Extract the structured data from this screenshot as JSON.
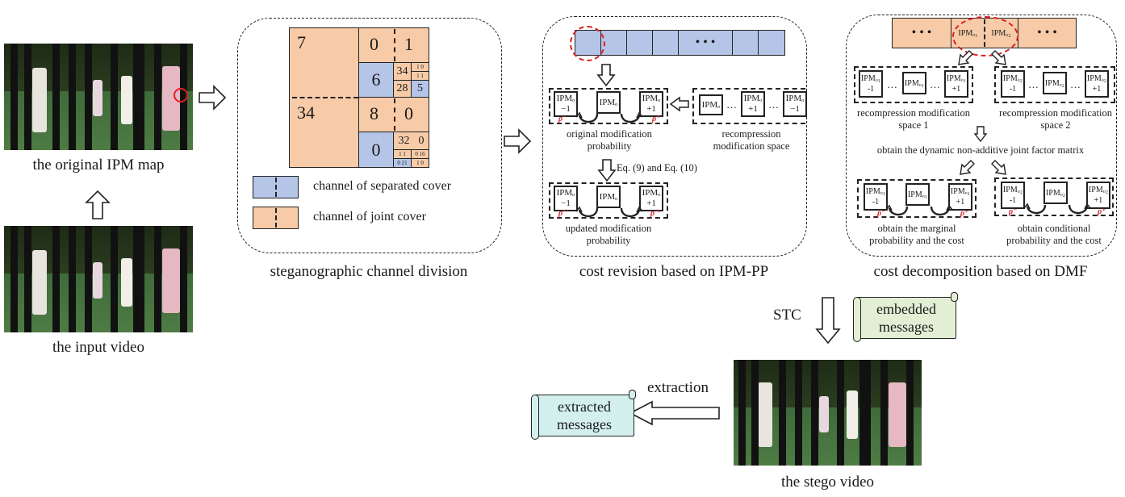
{
  "captions": {
    "original_ipm_map": "the original IPM map",
    "input_video": "the input video",
    "channel_division": "steganographic channel division",
    "cost_revision": "cost revision based on IPM-PP",
    "cost_decomposition": "cost decomposition based on DMF",
    "stego_video": "the stego video"
  },
  "channel_division": {
    "cells": {
      "big_top": "7",
      "big_bottom": "34",
      "r1a": "0",
      "r1b": "1",
      "r2_blue": "6",
      "r2_34": "34",
      "r2_28": "28",
      "r2_5": "5",
      "r2_tiny": [
        "1",
        "0",
        "1",
        "1"
      ],
      "r3a": "8",
      "r3b": "0",
      "r4_blue": "0",
      "r4_32": "32",
      "r4_0": "0",
      "r4_tiny": [
        "1",
        "1",
        "0",
        "16",
        "0",
        "21",
        "1",
        "0"
      ]
    },
    "legend": [
      {
        "label": "channel of separated cover",
        "color": "#b5c5e8"
      },
      {
        "label": "channel of joint cover",
        "color": "#f7cba8"
      }
    ]
  },
  "cost_revision": {
    "sequence_ellipsis": "• • •",
    "original_box": {
      "left": "IPMₒ −1",
      "mid": "IPMₒ",
      "right": "IPMₒ +1",
      "rho_minus": "ρ⁻",
      "rho_plus": "ρ⁺"
    },
    "original_label": "original modification probability",
    "recompression_box": {
      "a": "IPMₒ",
      "dots": "…",
      "b": "IPMₒ +1",
      "c": "IPMₒ −1"
    },
    "recompression_label": "recompression modification space",
    "equation_label": "Eq. (9) and Eq. (10)",
    "updated_box": {
      "left": "IPMₒ −1",
      "mid": "IPMₒ",
      "right": "IPMₒ +1",
      "rho_minus": "ρ'⁻",
      "rho_plus": "ρ'⁺"
    },
    "updated_label": "updated modification probability"
  },
  "cost_decomposition": {
    "sequence": {
      "ellipsis": "• • •",
      "o1": "IPMₒ₁",
      "o2": "IPMₒ₂"
    },
    "space1": {
      "a": "IPMₒ₁ -1",
      "b": "IPMₒ₁",
      "c": "IPMₒ₁ +1",
      "dots": "…",
      "label": "recompression modification space 1"
    },
    "space2": {
      "a": "IPMₒ₂ -1",
      "b": "IPMₒ₂",
      "c": "IPMₒ₂ +1",
      "dots": "…",
      "label": "recompression modification space 2"
    },
    "matrix_label": "obtain the dynamic non-additive joint factor matrix",
    "marginal": {
      "a": "IPMₒ₁ -1",
      "b": "IPMₒ₁",
      "c": "IPMₒ₁ +1",
      "rho_minus": "ρ⁻",
      "rho_plus": "ρ⁺",
      "label": "obtain the marginal probability and the cost"
    },
    "conditional": {
      "a": "IPMₒ₂ -1",
      "b": "IPMₒ₂",
      "c": "IPMₒ₂ +1",
      "rho_minus": "ρ⁻",
      "rho_plus": "ρ⁺",
      "label": "obtain conditional probability and the cost"
    }
  },
  "embedding": {
    "stc_label": "STC",
    "embedded_messages": "embedded messages",
    "extraction_label": "extraction",
    "extracted_messages": "extracted messages",
    "embedded_color": "#e2efd5",
    "extracted_color": "#d3f0ee"
  }
}
